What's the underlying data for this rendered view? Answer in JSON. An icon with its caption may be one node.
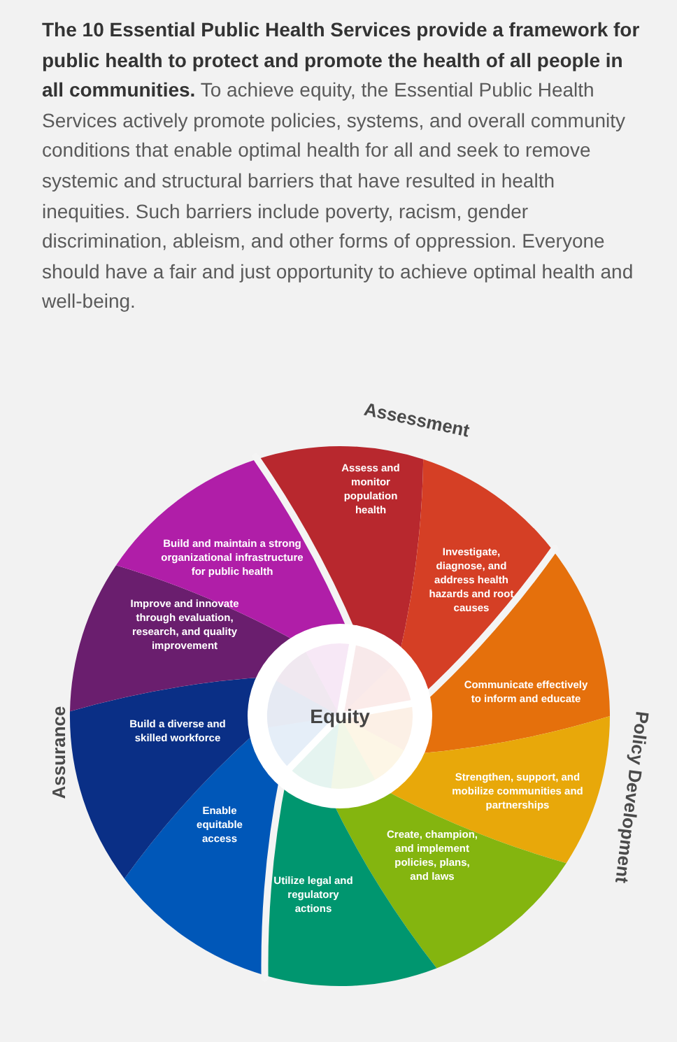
{
  "diagram": {
    "title": "**The 10 Essential Public Health Services provide a framework for public health to protect and promote the health of all people in all communities.** To achieve equity, the Essential Public Health Services actively promote policies, systems, and overall community conditions that enable optimal health for all and seek to remove systemic and structural barriers that have resulted in health inequities. Such barriers include poverty, racism, gender discrimination, ableism, and other forms of oppression. Everyone should have a fair and just opportunity to achieve optimal health and well-being.",
    "nodes": [
      {
        "text": [
          "Assess and monitor population health"
        ]
      },
      {
        "text": [
          "Investigate, diagnose, and address health hazards and root causes"
        ]
      },
      {
        "text": [
          "Communicate effectively to inform and educate"
        ]
      },
      {
        "text": [
          "Strengthen, support, and mobilize communities and partnerships"
        ]
      },
      {
        "text": [
          "Create, champion, and implement policies, plans, and laws"
        ]
      },
      {
        "text": [
          "Utilize legal and regulatory actions"
        ]
      },
      {
        "text": [
          "Enable equitable access"
        ]
      },
      {
        "text": [
          "Build a diverse and skilled workforce"
        ]
      },
      {
        "text": [
          "Improve and innovate through evaluation, research, and quality improvement"
        ]
      },
      {
        "text": [
          "Build and maintain a strong organizational infrastructure for public health"
        ]
      },
      {
        "text": [
          "Equity"
        ]
      }
    ],
    "labels": [
      "Assessment",
      "Policy Development",
      "Assurance"
    ]
  }
}
